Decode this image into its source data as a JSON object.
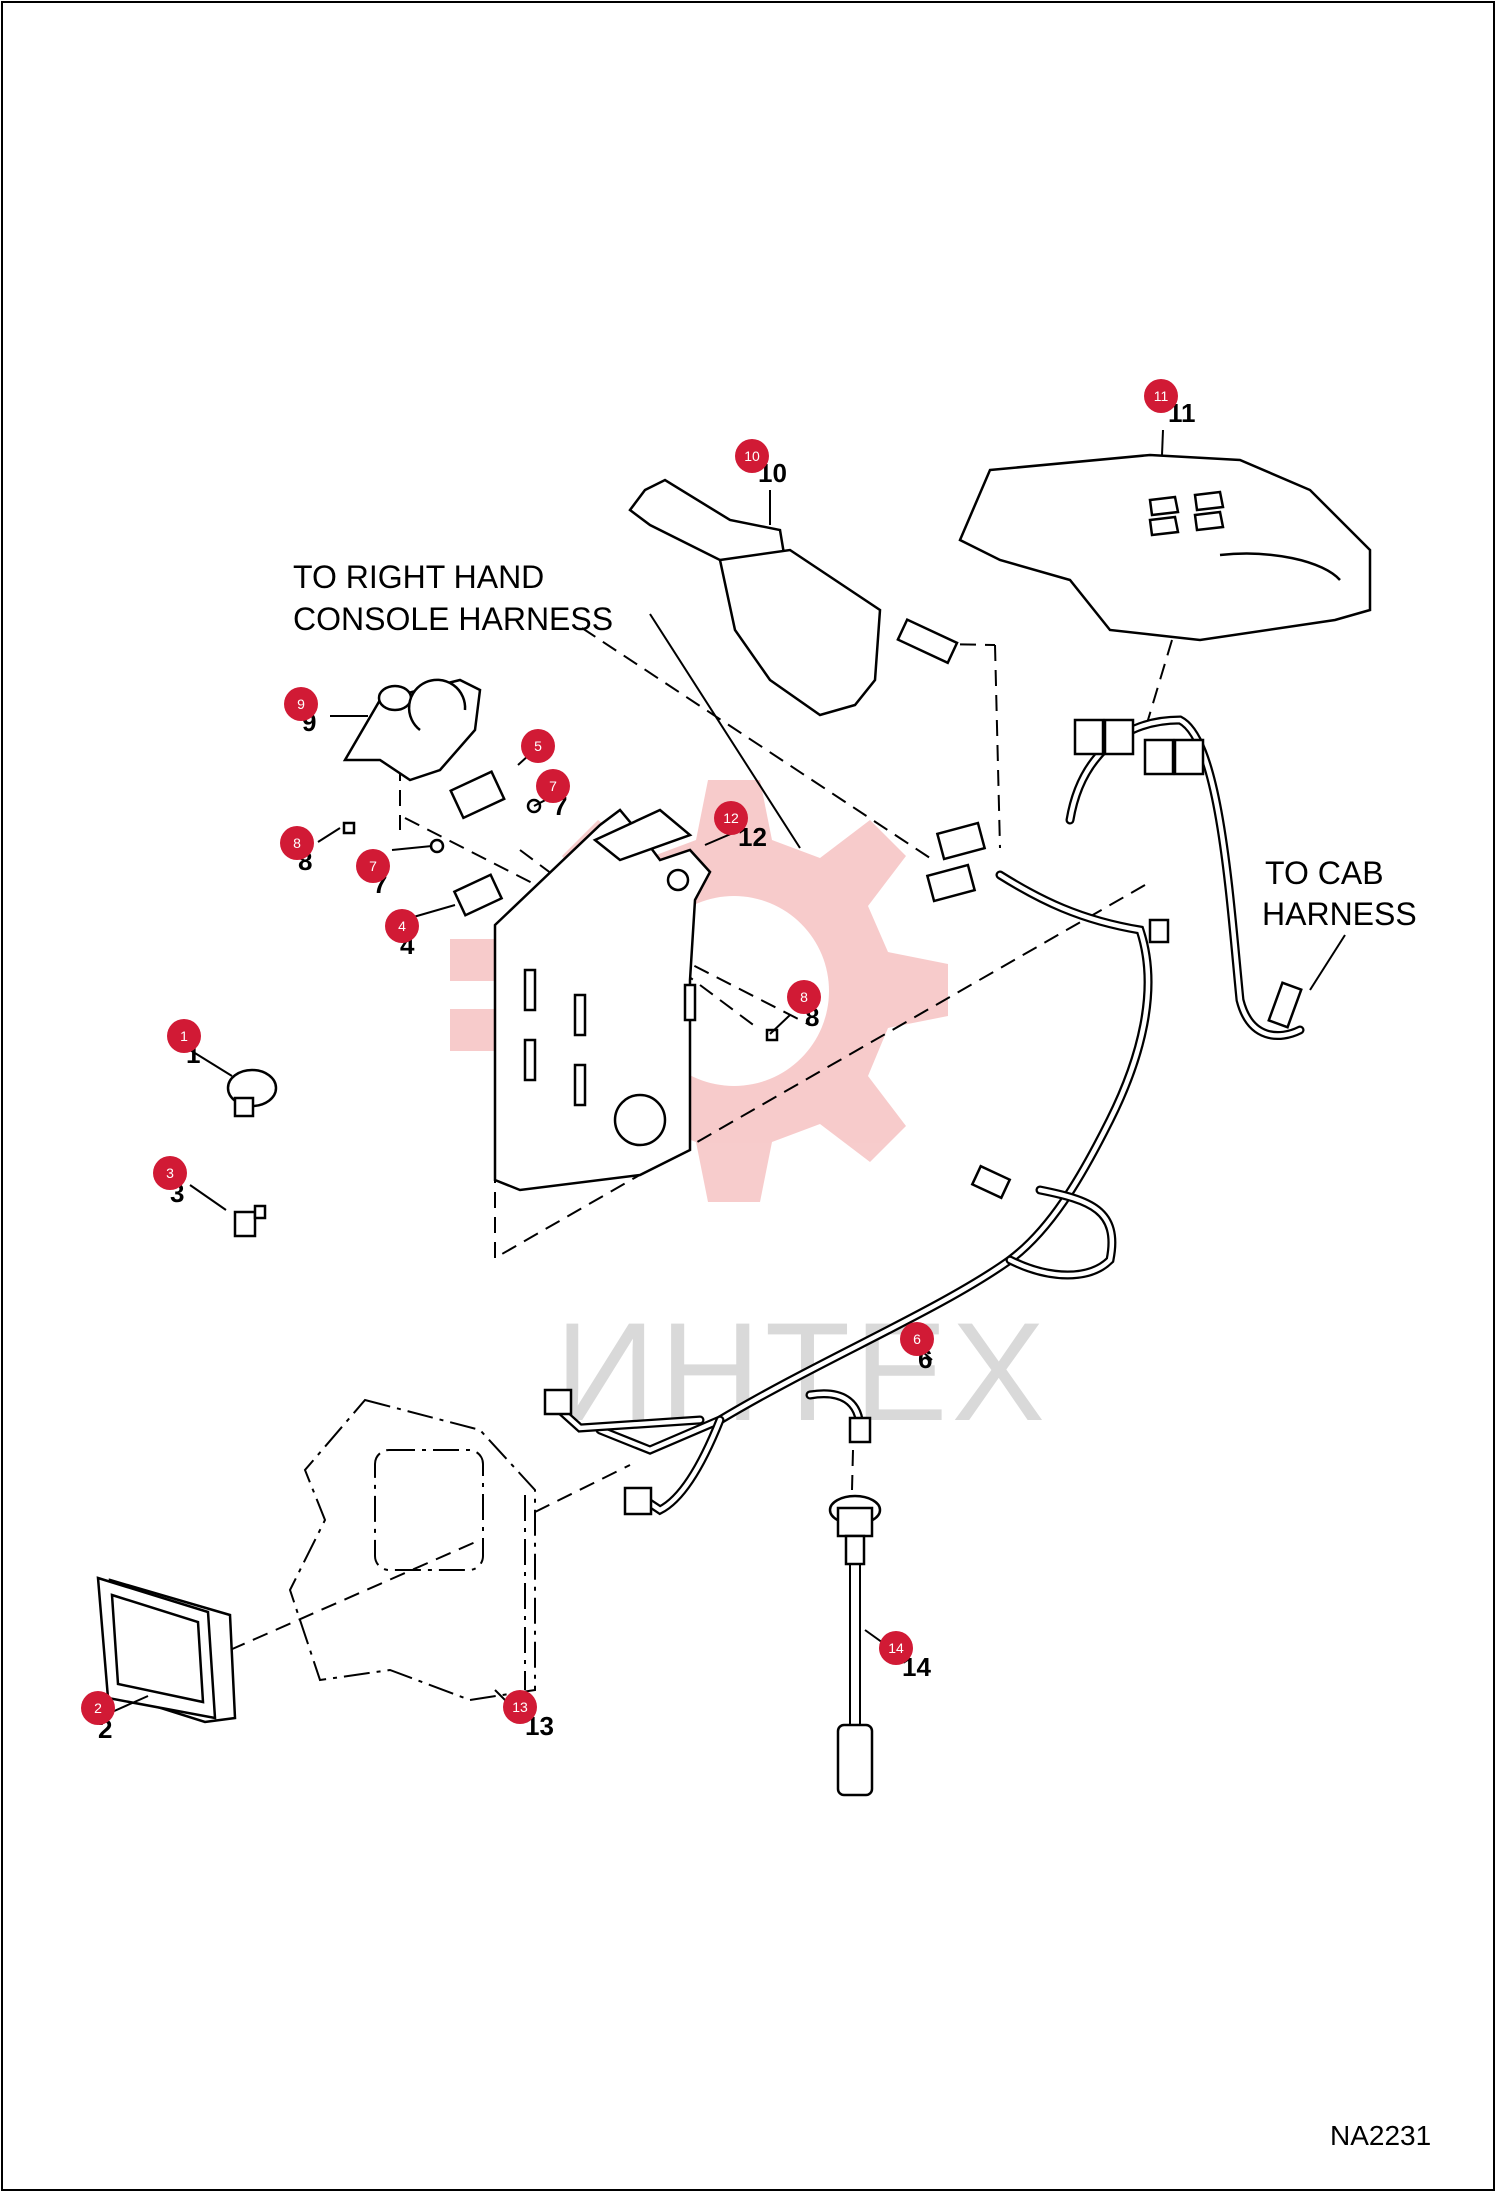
{
  "diagram": {
    "callouts": [
      {
        "id": "1",
        "label": "1"
      },
      {
        "id": "2",
        "label": "2"
      },
      {
        "id": "3",
        "label": "3"
      },
      {
        "id": "4",
        "label": "4"
      },
      {
        "id": "5",
        "label": "5"
      },
      {
        "id": "6",
        "label": "6"
      },
      {
        "id": "7a",
        "label": "7"
      },
      {
        "id": "7b",
        "label": "7"
      },
      {
        "id": "8a",
        "label": "8"
      },
      {
        "id": "8b",
        "label": "8"
      },
      {
        "id": "9",
        "label": "9"
      },
      {
        "id": "10",
        "label": "10"
      },
      {
        "id": "11",
        "label": "11"
      },
      {
        "id": "12",
        "label": "12"
      },
      {
        "id": "13",
        "label": "13"
      },
      {
        "id": "14",
        "label": "14"
      }
    ],
    "notes": {
      "right_hand_line1": "TO RIGHT HAND",
      "right_hand_line2": "CONSOLE HARNESS",
      "cab_line1": "TO CAB",
      "cab_line2": "HARNESS"
    },
    "drawing_number": "NA2231",
    "watermark": "ИНТЕХ",
    "colors": {
      "callout_fill": "#d11a35",
      "watermark_gear": "#f5bcbc",
      "watermark_text": "#d9d9d9",
      "line": "#000000"
    }
  }
}
